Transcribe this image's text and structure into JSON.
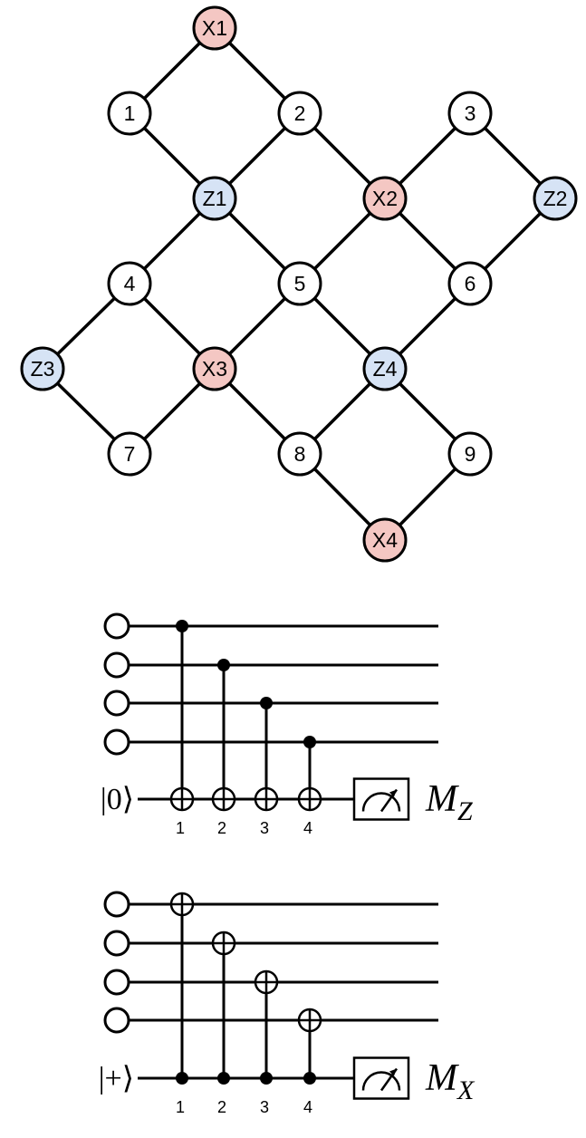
{
  "lattice": {
    "colors": {
      "x_stabilizer": "#f4c7c3",
      "z_stabilizer": "#d6e3f5",
      "data_qubit": "#ffffff"
    },
    "nodes": [
      {
        "id": "X1",
        "label": "X1",
        "kind": "x"
      },
      {
        "id": "1",
        "label": "1",
        "kind": "data"
      },
      {
        "id": "2",
        "label": "2",
        "kind": "data"
      },
      {
        "id": "3",
        "label": "3",
        "kind": "data"
      },
      {
        "id": "Z1",
        "label": "Z1",
        "kind": "z"
      },
      {
        "id": "X2",
        "label": "X2",
        "kind": "x"
      },
      {
        "id": "Z2",
        "label": "Z2",
        "kind": "z"
      },
      {
        "id": "4",
        "label": "4",
        "kind": "data"
      },
      {
        "id": "5",
        "label": "5",
        "kind": "data"
      },
      {
        "id": "6",
        "label": "6",
        "kind": "data"
      },
      {
        "id": "Z3",
        "label": "Z3",
        "kind": "z"
      },
      {
        "id": "X3",
        "label": "X3",
        "kind": "x"
      },
      {
        "id": "Z4",
        "label": "Z4",
        "kind": "z"
      },
      {
        "id": "7",
        "label": "7",
        "kind": "data"
      },
      {
        "id": "8",
        "label": "8",
        "kind": "data"
      },
      {
        "id": "9",
        "label": "9",
        "kind": "data"
      },
      {
        "id": "X4",
        "label": "X4",
        "kind": "x"
      }
    ],
    "edges": [
      [
        "X1",
        "1"
      ],
      [
        "X1",
        "2"
      ],
      [
        "1",
        "Z1"
      ],
      [
        "2",
        "Z1"
      ],
      [
        "2",
        "X2"
      ],
      [
        "3",
        "X2"
      ],
      [
        "3",
        "Z2"
      ],
      [
        "Z1",
        "4"
      ],
      [
        "Z1",
        "5"
      ],
      [
        "X2",
        "5"
      ],
      [
        "X2",
        "6"
      ],
      [
        "Z2",
        "6"
      ],
      [
        "4",
        "Z3"
      ],
      [
        "4",
        "X3"
      ],
      [
        "5",
        "X3"
      ],
      [
        "5",
        "Z4"
      ],
      [
        "6",
        "Z4"
      ],
      [
        "Z3",
        "7"
      ],
      [
        "X3",
        "7"
      ],
      [
        "X3",
        "8"
      ],
      [
        "Z4",
        "8"
      ],
      [
        "Z4",
        "9"
      ],
      [
        "8",
        "X4"
      ],
      [
        "9",
        "X4"
      ]
    ]
  },
  "circuits": [
    {
      "id": "z-check",
      "ancilla_state": "|0⟩",
      "control_on": "data",
      "gate_numbers": [
        "1",
        "2",
        "3",
        "4"
      ],
      "measurement": {
        "letter": "M",
        "basis": "Z"
      }
    },
    {
      "id": "x-check",
      "ancilla_state": "|+⟩",
      "control_on": "ancilla",
      "gate_numbers": [
        "1",
        "2",
        "3",
        "4"
      ],
      "measurement": {
        "letter": "M",
        "basis": "X"
      }
    }
  ]
}
